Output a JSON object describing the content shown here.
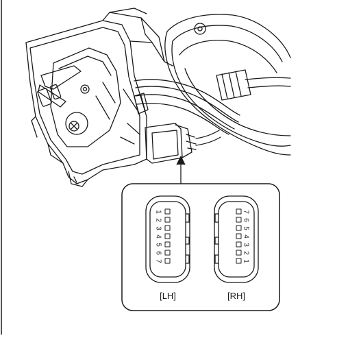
{
  "diagram": {
    "colors": {
      "line": "#1a1a1a",
      "background": "#ffffff"
    },
    "callout": {
      "connectors": [
        {
          "side": "LH",
          "label": "[LH]",
          "pin_order": [
            "1",
            "2",
            "3",
            "4",
            "5",
            "6",
            "7"
          ]
        },
        {
          "side": "RH",
          "label": "[RH]",
          "pin_order": [
            "7",
            "6",
            "5",
            "4",
            "3",
            "2",
            "1"
          ]
        }
      ]
    }
  }
}
